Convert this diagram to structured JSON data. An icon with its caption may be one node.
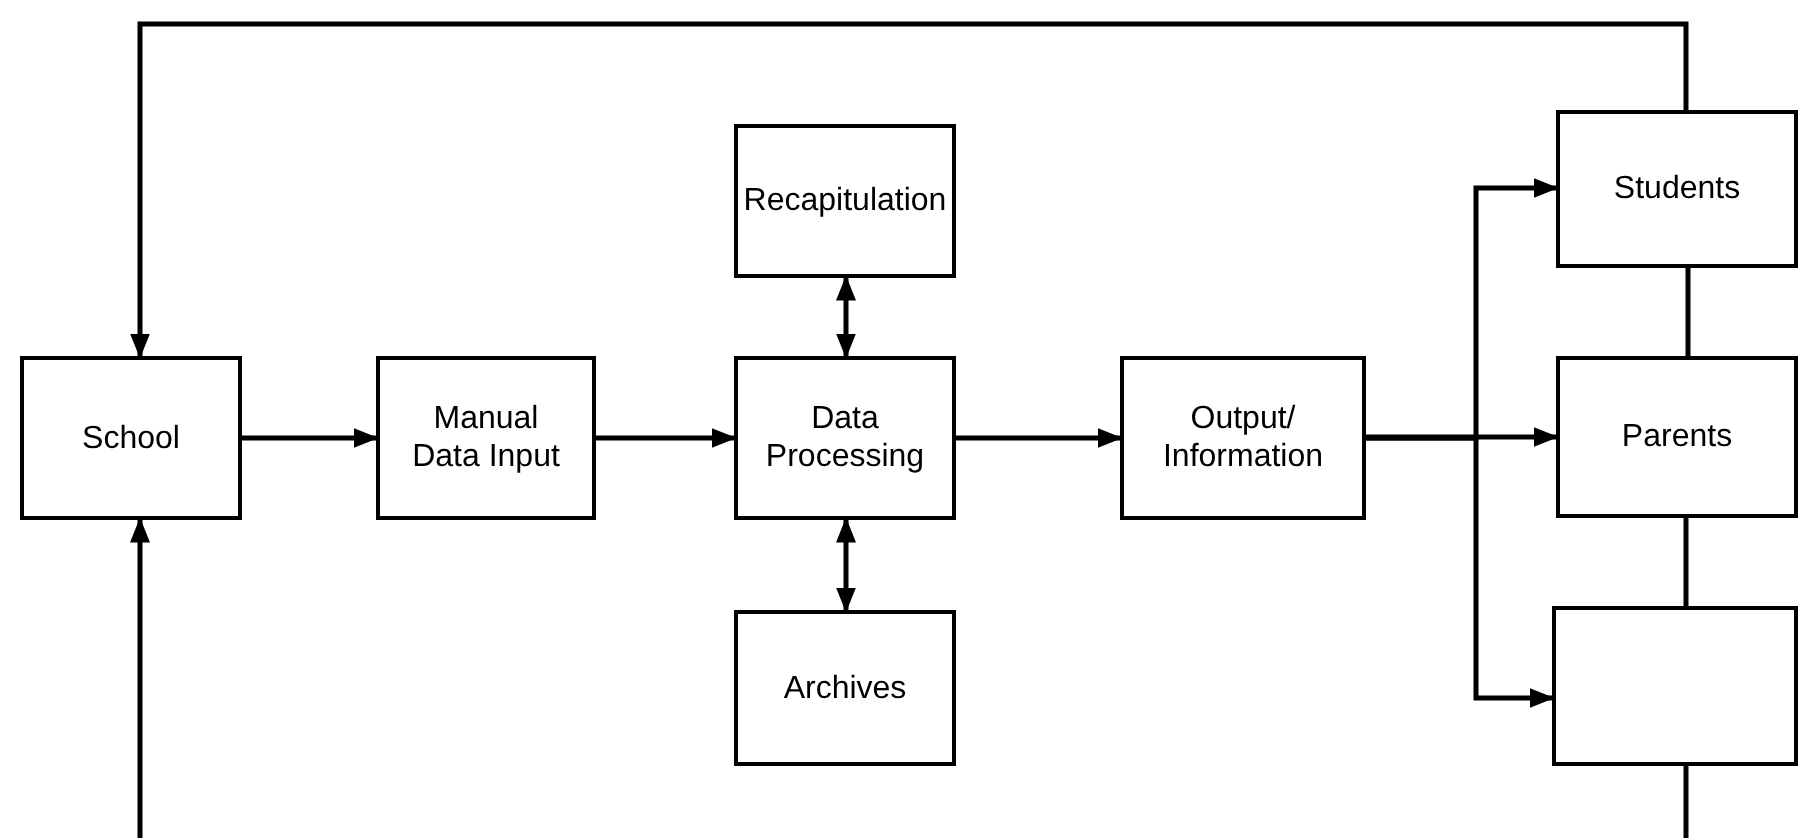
{
  "diagram": {
    "nodes": [
      {
        "text": [
          "School"
        ]
      },
      {
        "text": [
          "Manual Data Input"
        ]
      },
      {
        "text": [
          "Recapitulation"
        ]
      },
      {
        "text": [
          "Data Processing"
        ]
      },
      {
        "text": [
          "Archives"
        ]
      },
      {
        "text": [
          "Output/ Information"
        ]
      },
      {
        "text": [
          "Students"
        ]
      },
      {
        "text": [
          "Parents"
        ]
      },
      {
        "text": [],
        "shape": "box"
      }
    ],
    "edges": [
      {
        "from": 0,
        "to": 1,
        "arrow": "to"
      },
      {
        "from": 1,
        "to": 3,
        "arrow": "to"
      },
      {
        "from": 2,
        "to": 3,
        "arrow": "both"
      },
      {
        "from": 3,
        "to": 4,
        "arrow": "both"
      },
      {
        "from": 3,
        "to": 5,
        "arrow": "to"
      },
      {
        "from": 5,
        "to": 6,
        "arrow": "to"
      },
      {
        "from": 5,
        "to": 7,
        "arrow": "to"
      },
      {
        "from": 5,
        "to": 8,
        "arrow": "to"
      },
      {
        "from": 6,
        "to": 7,
        "arrow": "none"
      },
      {
        "from": 7,
        "to": 8,
        "arrow": "none"
      },
      {
        "from": 6,
        "to": 0,
        "arrow": "to"
      },
      {
        "from": 8,
        "to": null,
        "arrow": "none"
      },
      {
        "from": null,
        "to": 0,
        "arrow": "to"
      }
    ]
  }
}
